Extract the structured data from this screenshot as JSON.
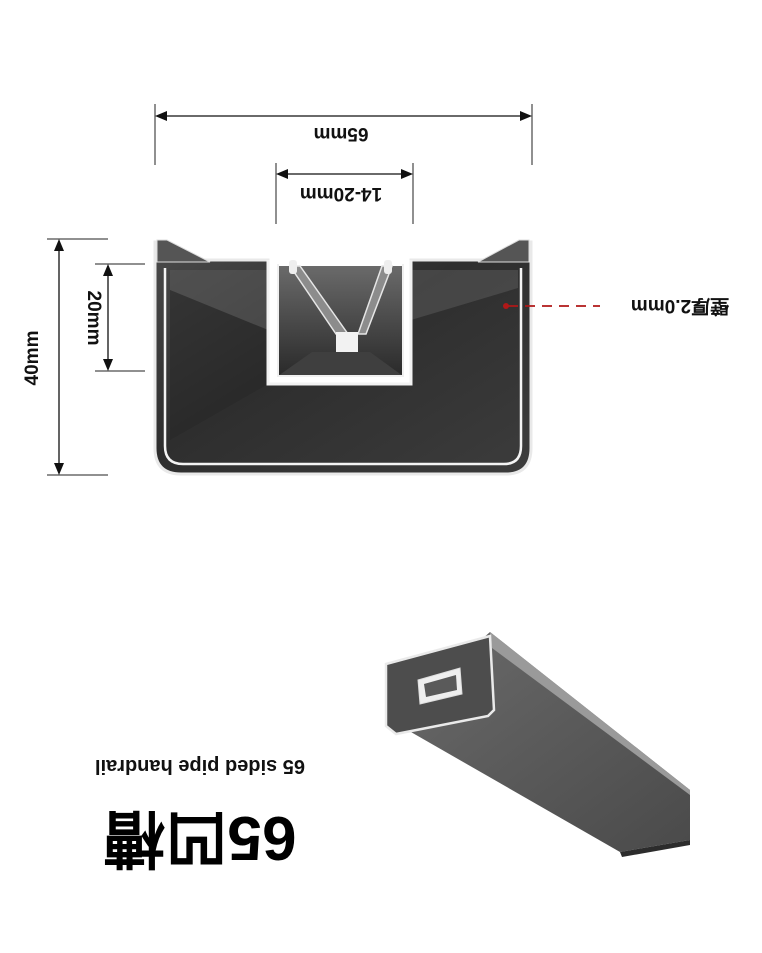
{
  "dimensions": {
    "width_label": "65mm",
    "slot_label": "14-20mm",
    "height_label": "40mm",
    "slot_depth_label": "20mm",
    "thickness_label": "壁厚2.0mm"
  },
  "title": {
    "main": "65凹槽",
    "sub": "65 sided pipe handrail"
  },
  "colors": {
    "profile_fill": "#3a3a3a",
    "profile_edge": "#f2f2f2",
    "leader_line": "#b01818"
  }
}
